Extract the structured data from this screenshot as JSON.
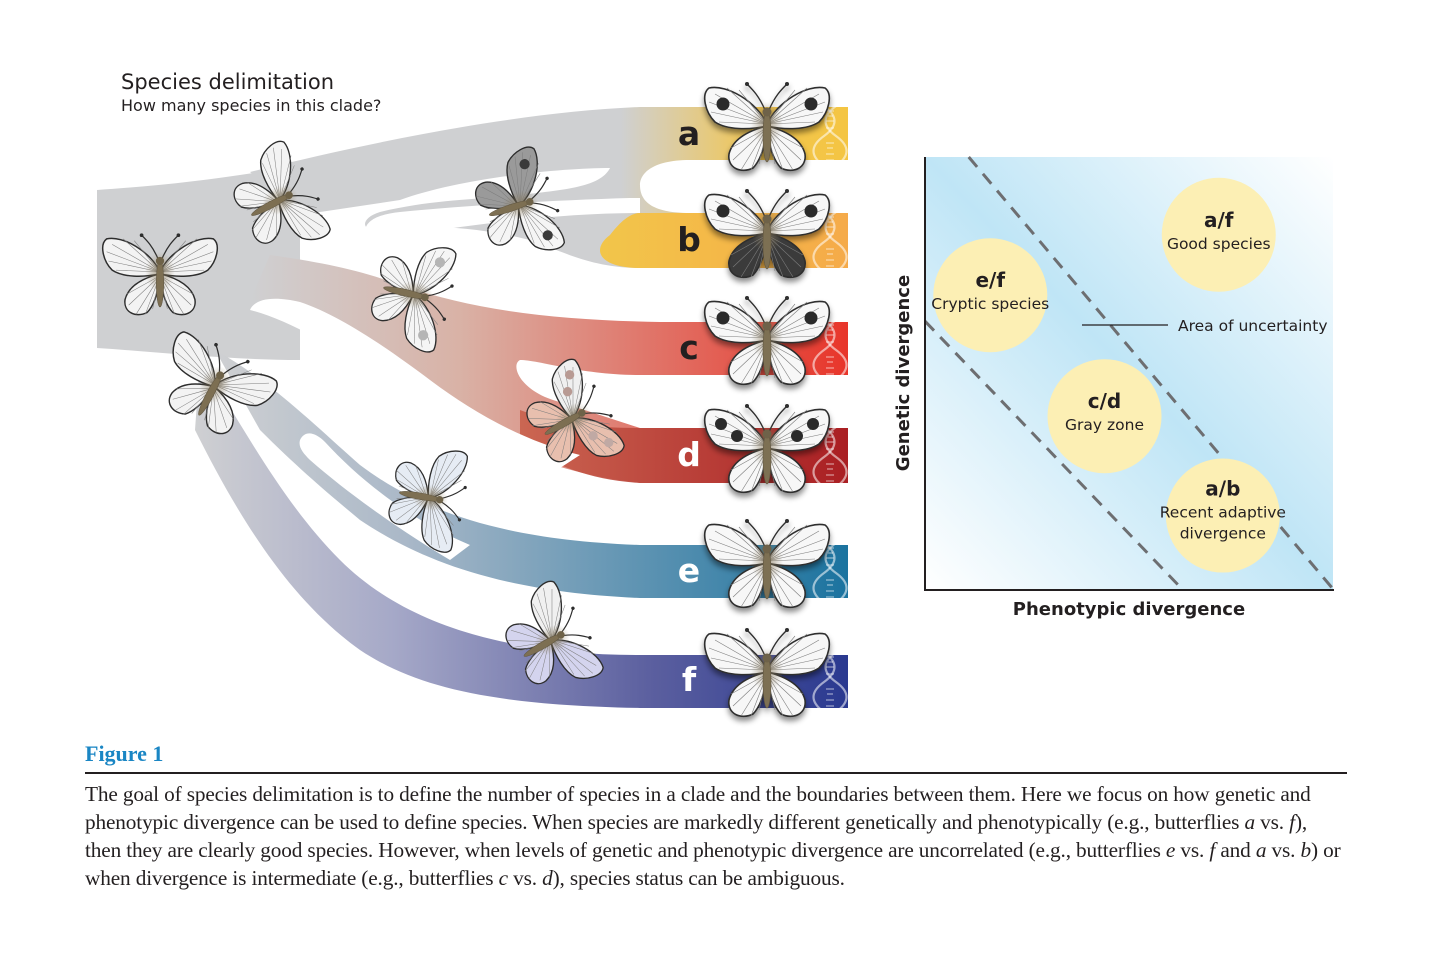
{
  "panel_left": {
    "title": "Species delimitation",
    "subtitle": "How many species in this clade?",
    "taxa": [
      {
        "label": "a",
        "color": "#f4c542",
        "label_color": "#231f20",
        "wing_pattern": "white-two-forewing-spots"
      },
      {
        "label": "b",
        "color": "#f5a94a",
        "label_color": "#231f20",
        "wing_pattern": "white-forewings-black-hindwings"
      },
      {
        "label": "c",
        "color": "#e8352a",
        "label_color": "#231f20",
        "wing_pattern": "white-two-forewing-spots"
      },
      {
        "label": "d",
        "color": "#a31c22",
        "label_color": "#ffffff",
        "wing_pattern": "white-four-forewing-spots"
      },
      {
        "label": "e",
        "color": "#1b739f",
        "label_color": "#ffffff",
        "wing_pattern": "plain-white"
      },
      {
        "label": "f",
        "color": "#2a3990",
        "label_color": "#ffffff",
        "wing_pattern": "plain-white"
      }
    ],
    "trunk_color": "#cfd0d2",
    "icons": [
      "butterfly-icon",
      "dna-helix-icon"
    ]
  },
  "panel_right": {
    "x_axis_title": "Phenotypic divergence",
    "y_axis_title": "Genetic divergence",
    "annotation": "Area of uncertainty",
    "band_color": "#b8e2f4",
    "circle_color": "#fcefb4",
    "circles": [
      {
        "pair": "a/f",
        "desc": [
          "Good species"
        ]
      },
      {
        "pair": "e/f",
        "desc": [
          "Cryptic species"
        ]
      },
      {
        "pair": "c/d",
        "desc": [
          "Gray zone"
        ]
      },
      {
        "pair": "a/b",
        "desc": [
          "Recent adaptive",
          "divergence"
        ]
      }
    ]
  },
  "chart_data": {
    "type": "scatter",
    "title": "",
    "xlabel": "Phenotypic divergence",
    "ylabel": "Genetic divergence",
    "xlim": [
      0,
      1
    ],
    "ylim": [
      0,
      1
    ],
    "grid": false,
    "ticks": "none",
    "points": [
      {
        "label": "a/f",
        "category": "Good species",
        "x": 0.72,
        "y": 0.82
      },
      {
        "label": "e/f",
        "category": "Cryptic species",
        "x": 0.16,
        "y": 0.68
      },
      {
        "label": "c/d",
        "category": "Gray zone",
        "x": 0.44,
        "y": 0.4
      },
      {
        "label": "a/b",
        "category": "Recent adaptive divergence",
        "x": 0.73,
        "y": 0.17
      }
    ],
    "regions": [
      {
        "name": "Area of uncertainty",
        "shape": "diagonal band between two dashed lines",
        "lower_line": {
          "x_intercept": 0.63,
          "y_intercept": 0.62
        },
        "upper_line": {
          "x_intercept": 1.0,
          "y_intercept": 1.12
        }
      }
    ]
  },
  "caption": {
    "label": "Figure 1",
    "segments": [
      {
        "t": "The goal of species delimitation is to define the number of species in a clade and the boundaries between them. Here we focus on how genetic and phenotypic divergence can be used to define species. When species are markedly different genetically and phenotypically (e.g., butterflies "
      },
      {
        "t": "a",
        "i": true
      },
      {
        "t": " vs. "
      },
      {
        "t": "f",
        "i": true
      },
      {
        "t": "), then they are clearly good species. However, when levels of genetic and phenotypic divergence are uncorrelated (e.g., butterflies "
      },
      {
        "t": "e",
        "i": true
      },
      {
        "t": " vs. "
      },
      {
        "t": "f",
        "i": true
      },
      {
        "t": " and "
      },
      {
        "t": "a",
        "i": true
      },
      {
        "t": " vs. "
      },
      {
        "t": "b",
        "i": true
      },
      {
        "t": ") or when divergence is intermediate (e.g., butterflies "
      },
      {
        "t": "c",
        "i": true
      },
      {
        "t": " vs. "
      },
      {
        "t": "d",
        "i": true
      },
      {
        "t": "), species status can be ambiguous."
      }
    ]
  }
}
